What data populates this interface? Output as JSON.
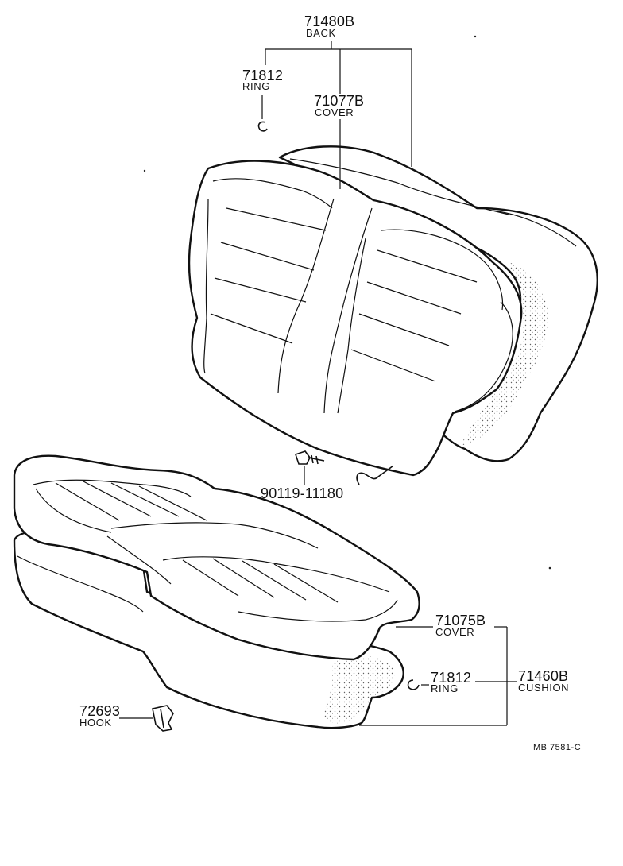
{
  "diagram_id": "MB 7581-C",
  "callouts": [
    {
      "key": "back",
      "part_no": "71480B",
      "name": "BACK"
    },
    {
      "key": "ring_top",
      "part_no": "71812",
      "name": "RING"
    },
    {
      "key": "back_cover",
      "part_no": "71077B",
      "name": "COVER"
    },
    {
      "key": "bolt",
      "part_no": "90119-11180",
      "name": ""
    },
    {
      "key": "cushion_cover",
      "part_no": "71075B",
      "name": "COVER"
    },
    {
      "key": "ring_bottom",
      "part_no": "71812",
      "name": "RING"
    },
    {
      "key": "cushion",
      "part_no": "71460B",
      "name": "CUSHION"
    },
    {
      "key": "hook",
      "part_no": "72693",
      "name": "HOOK"
    }
  ]
}
